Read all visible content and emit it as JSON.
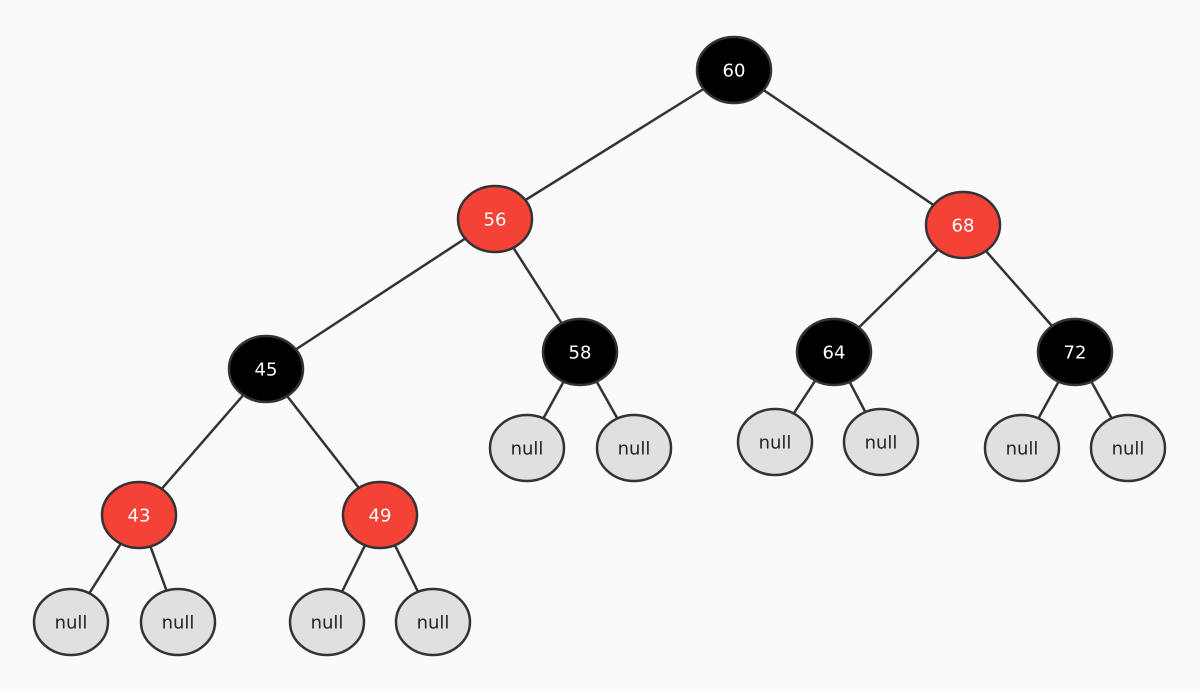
{
  "colors": {
    "black": "#000000",
    "red": "#f44336",
    "null": "#e0e0e0",
    "node_stroke": "#333333",
    "label_on_dark": "#ffffff",
    "label_on_null": "#222222"
  },
  "nodes": {
    "n60": {
      "label": "60",
      "color": "black"
    },
    "n56": {
      "label": "56",
      "color": "red"
    },
    "n68": {
      "label": "68",
      "color": "red"
    },
    "n45": {
      "label": "45",
      "color": "black"
    },
    "n58": {
      "label": "58",
      "color": "black"
    },
    "n64": {
      "label": "64",
      "color": "black"
    },
    "n72": {
      "label": "72",
      "color": "black"
    },
    "n43": {
      "label": "43",
      "color": "red"
    },
    "n49": {
      "label": "49",
      "color": "red"
    },
    "null58l": {
      "label": "null",
      "color": "null"
    },
    "null58r": {
      "label": "null",
      "color": "null"
    },
    "null64l": {
      "label": "null",
      "color": "null"
    },
    "null64r": {
      "label": "null",
      "color": "null"
    },
    "null72l": {
      "label": "null",
      "color": "null"
    },
    "null72r": {
      "label": "null",
      "color": "null"
    },
    "null43l": {
      "label": "null",
      "color": "null"
    },
    "null43r": {
      "label": "null",
      "color": "null"
    },
    "null49l": {
      "label": "null",
      "color": "null"
    },
    "null49r": {
      "label": "null",
      "color": "null"
    }
  },
  "edges": [
    [
      "n60",
      "n56"
    ],
    [
      "n60",
      "n68"
    ],
    [
      "n56",
      "n45"
    ],
    [
      "n56",
      "n58"
    ],
    [
      "n68",
      "n64"
    ],
    [
      "n68",
      "n72"
    ],
    [
      "n45",
      "n43"
    ],
    [
      "n45",
      "n49"
    ],
    [
      "n58",
      "null58l"
    ],
    [
      "n58",
      "null58r"
    ],
    [
      "n64",
      "null64l"
    ],
    [
      "n64",
      "null64r"
    ],
    [
      "n72",
      "null72l"
    ],
    [
      "n72",
      "null72r"
    ],
    [
      "n43",
      "null43l"
    ],
    [
      "n43",
      "null43r"
    ],
    [
      "n49",
      "null49l"
    ],
    [
      "n49",
      "null49r"
    ]
  ]
}
